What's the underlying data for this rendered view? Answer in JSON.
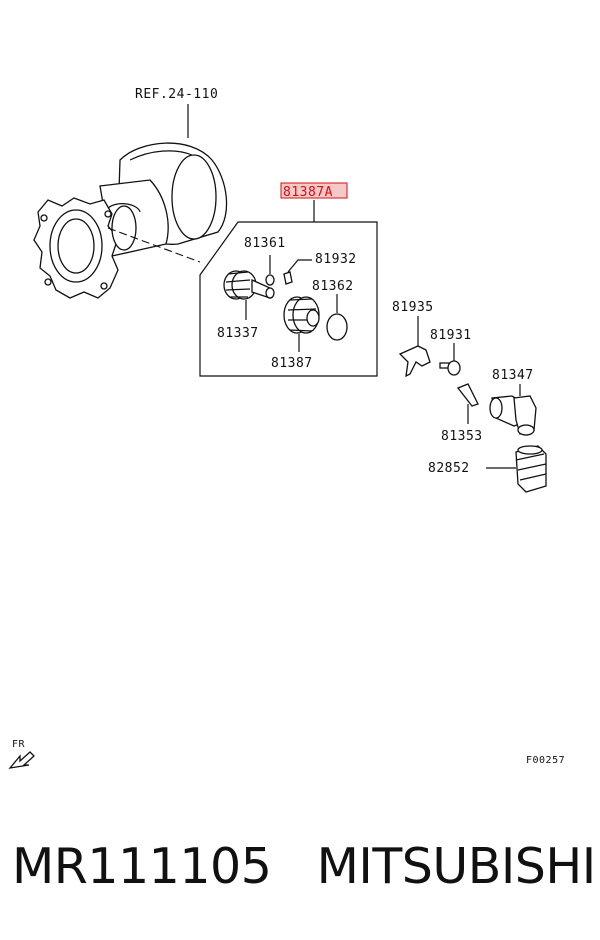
{
  "labels": {
    "ref": "REF.24-110",
    "highlight": "81387A",
    "p81361": "81361",
    "p81932": "81932",
    "p81362": "81362",
    "p81337": "81337",
    "p81387": "81387",
    "p81935": "81935",
    "p81931": "81931",
    "p81347": "81347",
    "p81353": "81353",
    "p82852": "82852",
    "fr": "FR",
    "code": "F00257"
  },
  "colors": {
    "highlight": "#d01010",
    "highlight_bg": "#f6c8c8",
    "ink": "#111111"
  },
  "footer": {
    "part_number": "MR111105",
    "brand": "MITSUBISHI"
  }
}
